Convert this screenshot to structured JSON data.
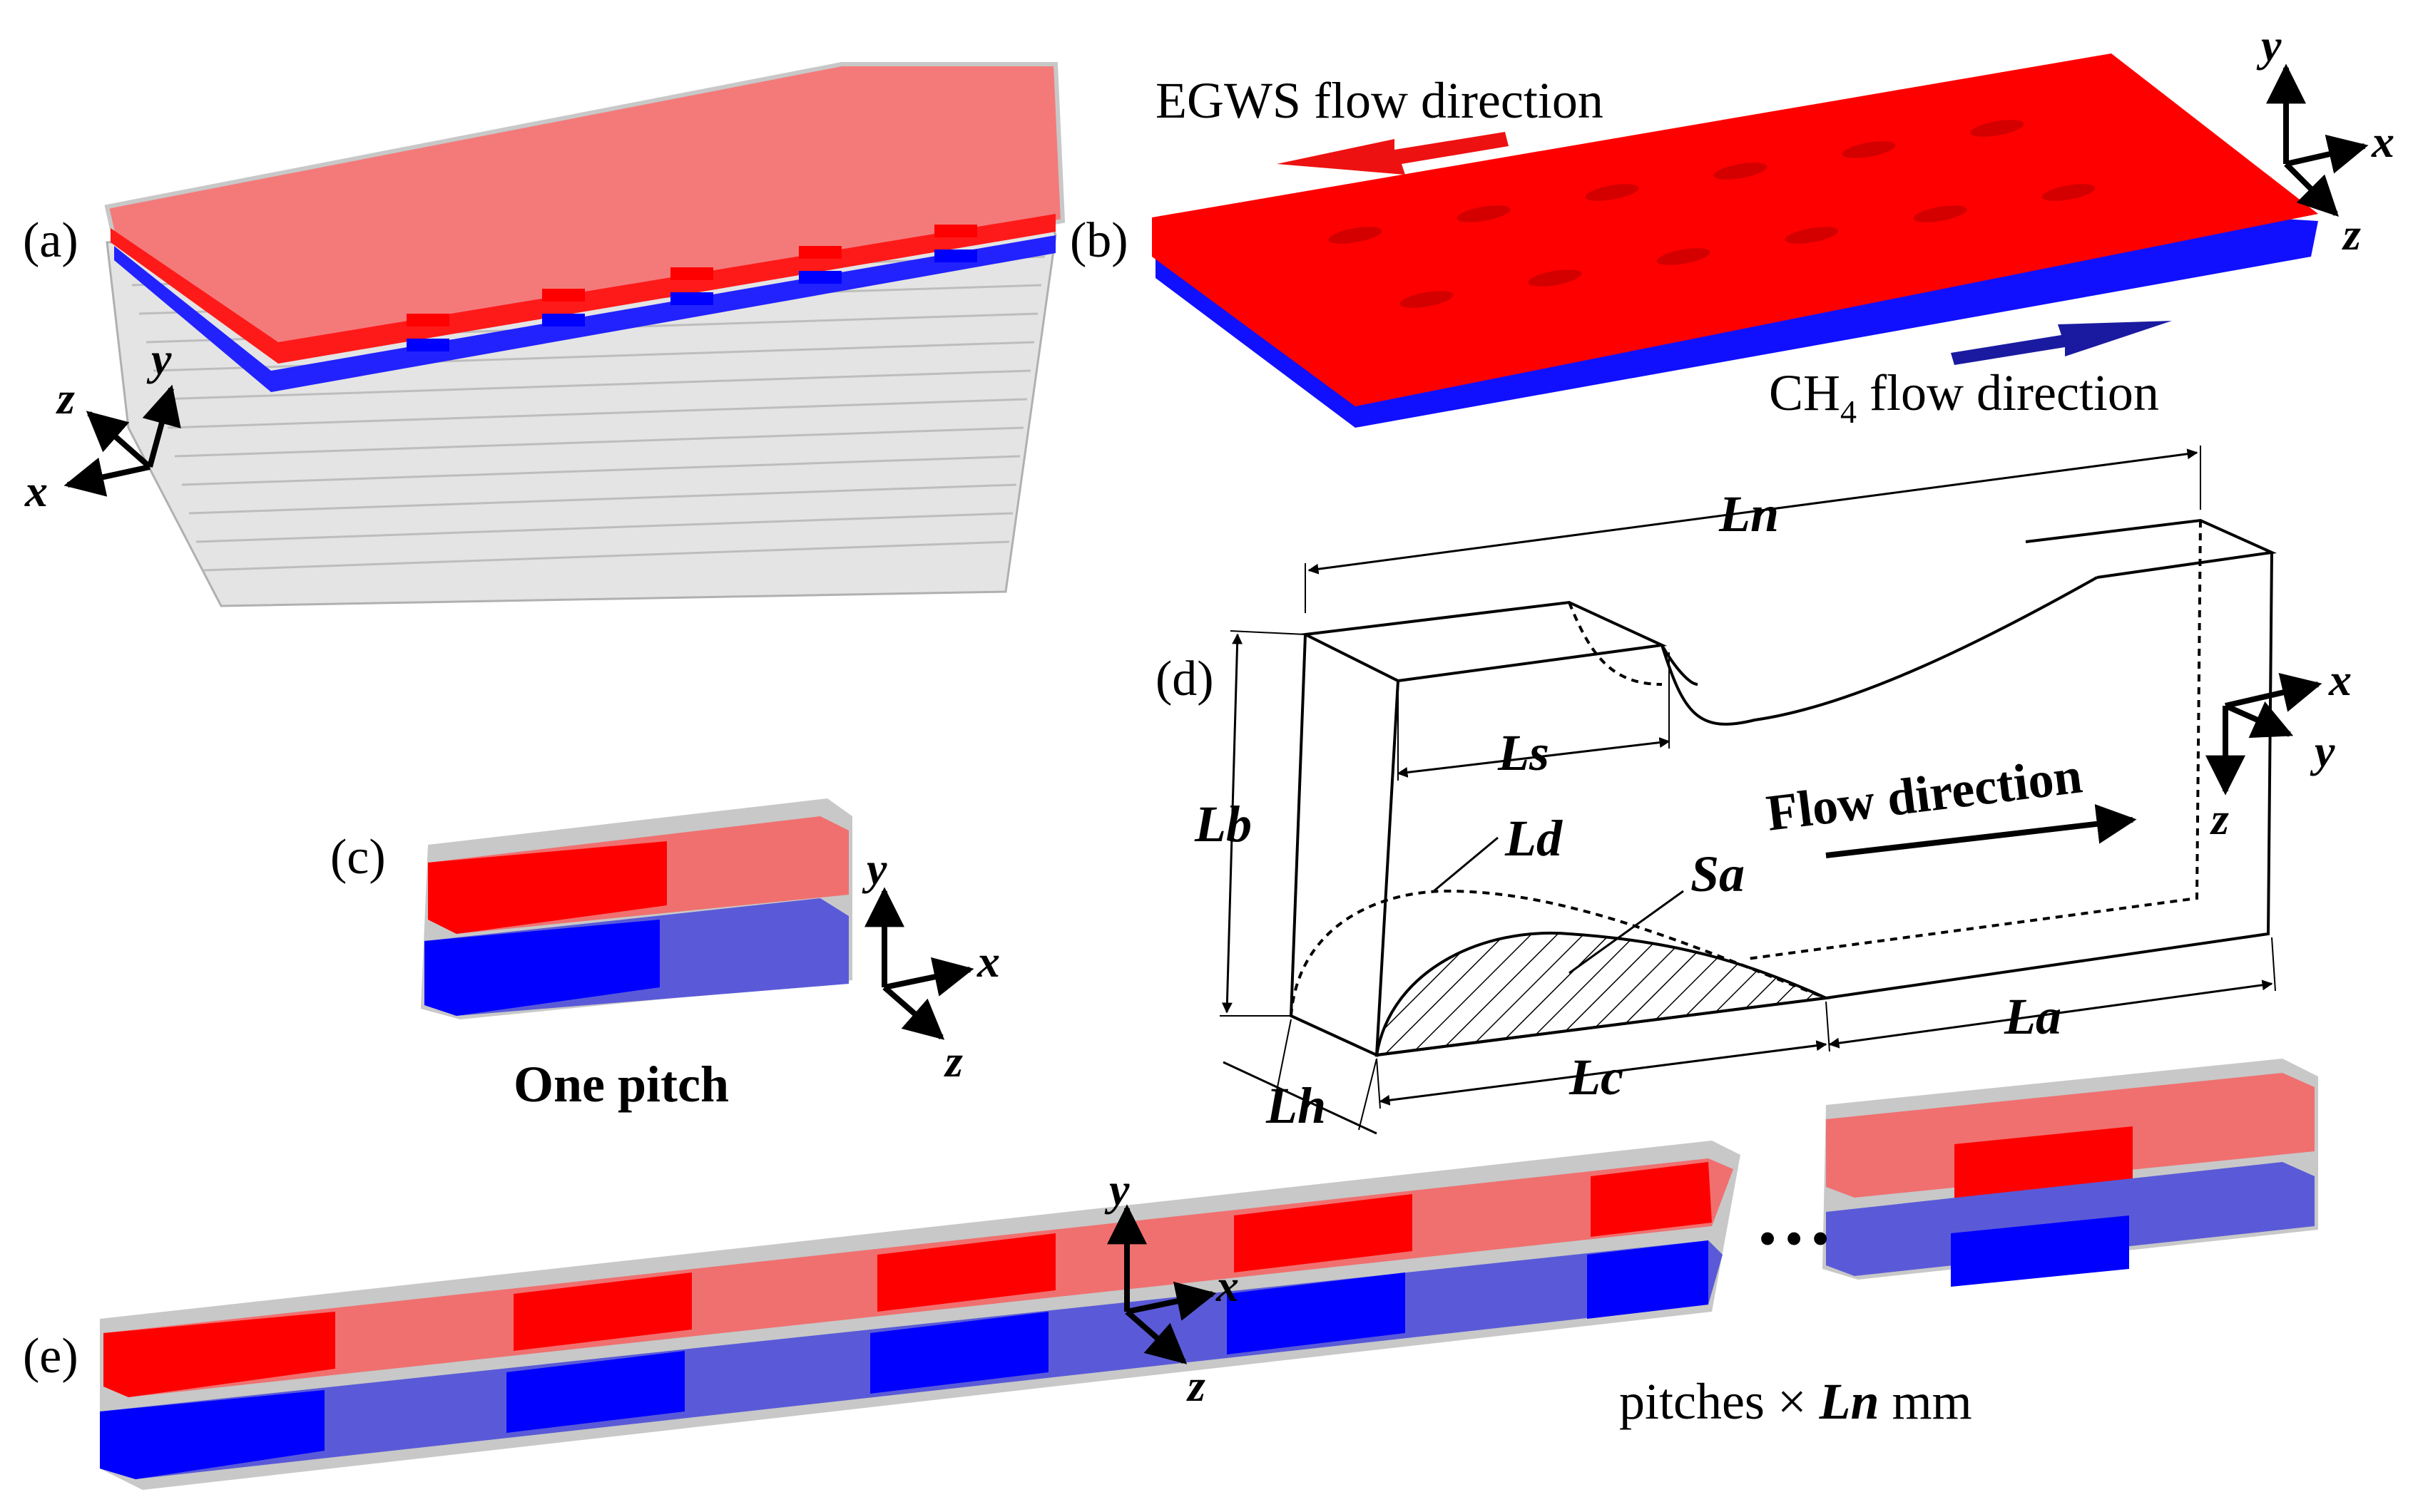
{
  "panels": {
    "a": {
      "label": "(a)",
      "axes": {
        "x": "x",
        "y": "y",
        "z": "z"
      }
    },
    "b": {
      "label": "(b)",
      "axes": {
        "x": "x",
        "y": "y",
        "z": "z"
      },
      "egws_flow": "EGWS flow direction",
      "ch4_prefix": "CH",
      "ch4_sub": "4",
      "ch4_suffix": " flow direction"
    },
    "c": {
      "label": "(c)",
      "axes": {
        "x": "x",
        "y": "y",
        "z": "z"
      },
      "caption": "One pitch"
    },
    "d": {
      "label": "(d)",
      "axes": {
        "x": "x",
        "y": "y",
        "z": "z"
      },
      "flow": "Flow direction",
      "dims": {
        "Ln": "Ln",
        "Ls": "Ls",
        "Lb": "Lb",
        "Ld": "Ld",
        "Sa": "Sa",
        "Lh": "Lh",
        "Lc": "Lc",
        "La": "La"
      }
    },
    "e": {
      "label": "(e)",
      "axes": {
        "x": "x",
        "y": "y",
        "z": "z"
      },
      "ellipsis": "…",
      "caption_prefix": "pitches × ",
      "caption_var": "Ln",
      "caption_suffix": " mm"
    }
  },
  "colors": {
    "hot": "#ff0000",
    "hot_translucent": "#f07070",
    "cold": "#0000ff",
    "cold_translucent": "#5a5ad8",
    "shell": "#c8c8c8",
    "egws_arrow": "#ee1111",
    "ch4_arrow": "#1a1aa0"
  }
}
